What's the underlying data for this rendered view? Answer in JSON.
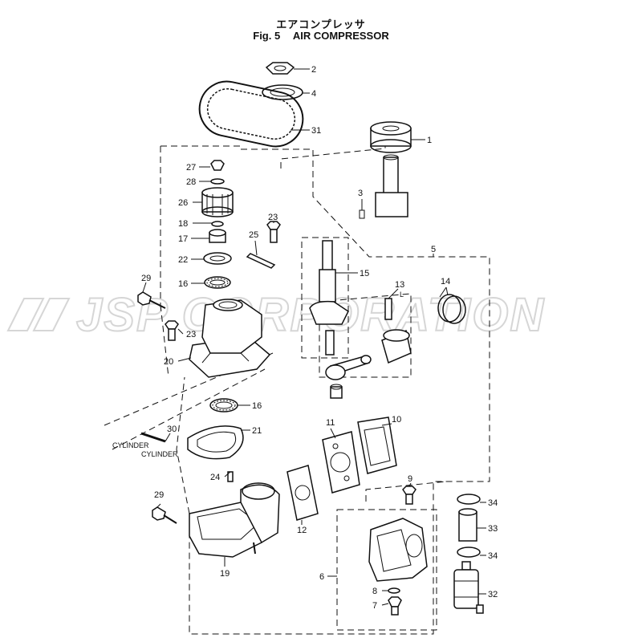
{
  "title": {
    "japanese": "エアコンプレッサ",
    "fig_number": "Fig. 5",
    "name": "AIR COMPRESSOR"
  },
  "watermark": "JSP CORPORATION",
  "cylinder_labels": [
    "CYLINDER",
    "CYLINDER"
  ],
  "group_label_L": "L",
  "callouts": {
    "c1": "1",
    "c2": "2",
    "c3": "3",
    "c4": "4",
    "c5": "5",
    "c6": "6",
    "c7": "7",
    "c8": "8",
    "c9": "9",
    "c10": "10",
    "c11": "11",
    "c12": "12",
    "c13": "13",
    "c14": "14",
    "c15": "15",
    "c16a": "16",
    "c16b": "16",
    "c17": "17",
    "c18": "18",
    "c19": "19",
    "c20": "20",
    "c21": "21",
    "c22": "22",
    "c23a": "23",
    "c23b": "23",
    "c24": "24",
    "c25": "25",
    "c26": "26",
    "c27": "27",
    "c28": "28",
    "c29a": "29",
    "c29b": "29",
    "c30": "30",
    "c31": "31",
    "c32": "32",
    "c33": "33",
    "c34a": "34",
    "c34b": "34"
  },
  "colors": {
    "line": "#111111",
    "watermark": "#d6d6d6",
    "background": "#ffffff"
  }
}
